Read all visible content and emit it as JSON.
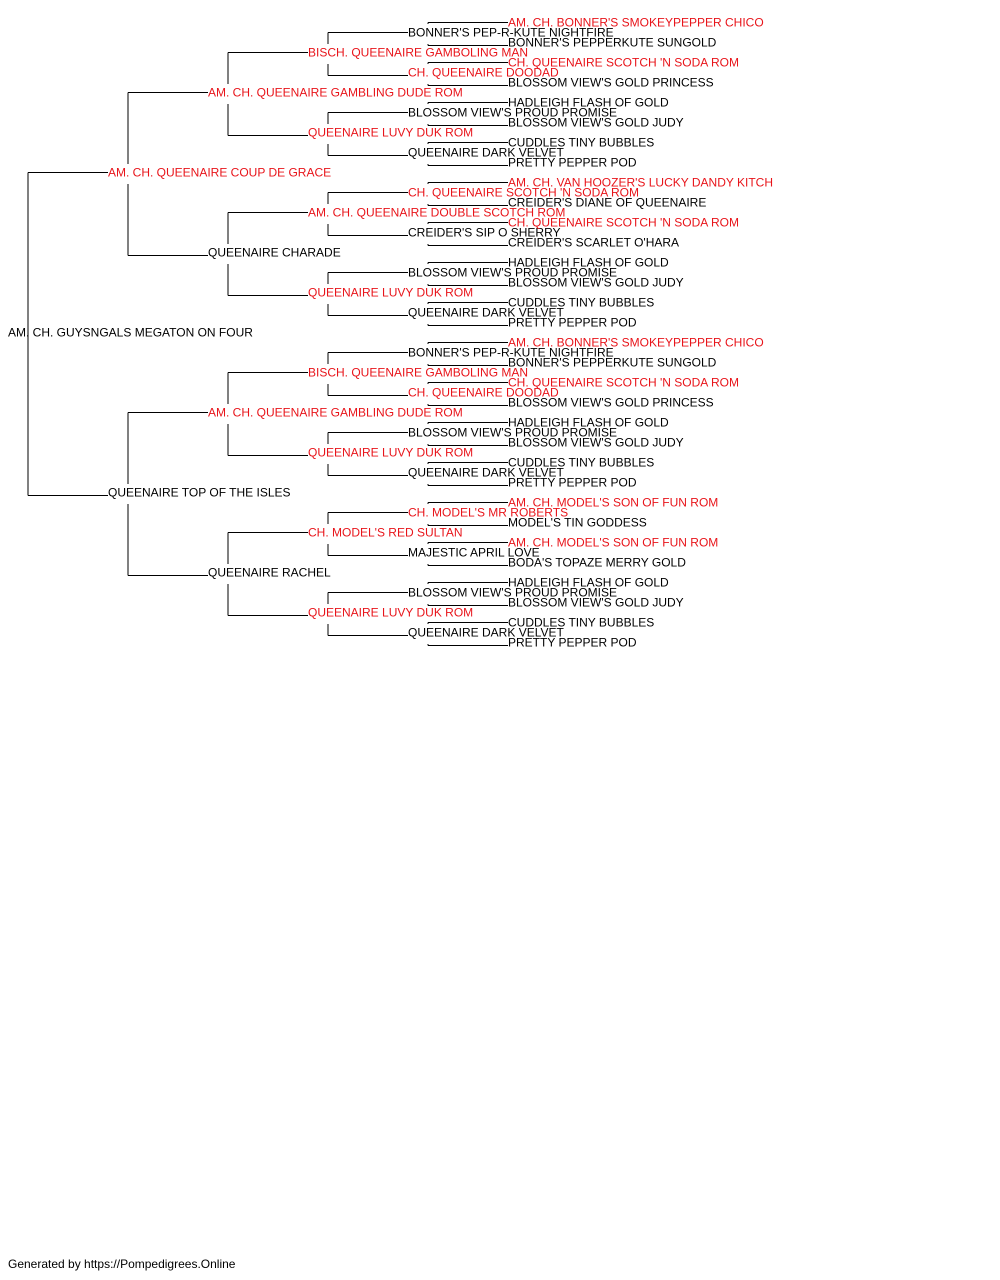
{
  "colors": {
    "champion": "#e8141a",
    "plain": "#000000",
    "line": "#000000"
  },
  "pedigree": {
    "name": "AM. CH. GUYSNGALS MEGATON ON FOUR",
    "champion": false,
    "sire": {
      "name": "AM. CH. QUEENAIRE COUP DE GRACE",
      "champion": true,
      "sire": {
        "name": "AM. CH. QUEENAIRE GAMBLING DUDE ROM",
        "champion": true,
        "sire": {
          "name": "BISCH. QUEENAIRE GAMBOLING MAN",
          "champion": true,
          "sire": {
            "name": "BONNER'S PEP-R-KUTE NIGHTFIRE",
            "champion": false,
            "sire": {
              "name": "AM. CH. BONNER'S SMOKEYPEPPER CHICO",
              "champion": true
            },
            "dam": {
              "name": "BONNER'S PEPPERKUTE SUNGOLD",
              "champion": false
            }
          },
          "dam": {
            "name": "CH. QUEENAIRE DOODAD",
            "champion": true,
            "sire": {
              "name": "CH. QUEENAIRE SCOTCH 'N SODA ROM",
              "champion": true
            },
            "dam": {
              "name": "BLOSSOM VIEW'S GOLD PRINCESS",
              "champion": false
            }
          }
        },
        "dam": {
          "name": "QUEENAIRE LUVY DUK ROM",
          "champion": true,
          "sire": {
            "name": "BLOSSOM VIEW'S PROUD PROMISE",
            "champion": false,
            "sire": {
              "name": "HADLEIGH FLASH OF GOLD",
              "champion": false
            },
            "dam": {
              "name": "BLOSSOM VIEW'S GOLD JUDY",
              "champion": false
            }
          },
          "dam": {
            "name": "QUEENAIRE DARK VELVET",
            "champion": false,
            "sire": {
              "name": "CUDDLES TINY BUBBLES",
              "champion": false
            },
            "dam": {
              "name": "PRETTY PEPPER POD",
              "champion": false
            }
          }
        }
      },
      "dam": {
        "name": "QUEENAIRE CHARADE",
        "champion": false,
        "sire": {
          "name": "AM. CH. QUEENAIRE DOUBLE SCOTCH ROM",
          "champion": true,
          "sire": {
            "name": "CH. QUEENAIRE SCOTCH 'N SODA ROM",
            "champion": true,
            "sire": {
              "name": "AM. CH. VAN HOOZER'S LUCKY DANDY KITCH",
              "champion": true
            },
            "dam": {
              "name": "CREIDER'S DIANE OF QUEENAIRE",
              "champion": false
            }
          },
          "dam": {
            "name": "CREIDER'S SIP O SHERRY",
            "champion": false,
            "sire": {
              "name": "CH. QUEENAIRE SCOTCH 'N SODA ROM",
              "champion": true
            },
            "dam": {
              "name": "CREIDER'S SCARLET O'HARA",
              "champion": false
            }
          }
        },
        "dam": {
          "name": "QUEENAIRE LUVY DUK ROM",
          "champion": true,
          "sire": {
            "name": "BLOSSOM VIEW'S PROUD PROMISE",
            "champion": false,
            "sire": {
              "name": "HADLEIGH FLASH OF GOLD",
              "champion": false
            },
            "dam": {
              "name": "BLOSSOM VIEW'S GOLD JUDY",
              "champion": false
            }
          },
          "dam": {
            "name": "QUEENAIRE DARK VELVET",
            "champion": false,
            "sire": {
              "name": "CUDDLES TINY BUBBLES",
              "champion": false
            },
            "dam": {
              "name": "PRETTY PEPPER POD",
              "champion": false
            }
          }
        }
      }
    },
    "dam": {
      "name": "QUEENAIRE TOP OF THE ISLES",
      "champion": false,
      "sire": {
        "name": "AM. CH. QUEENAIRE GAMBLING DUDE ROM",
        "champion": true,
        "sire": {
          "name": "BISCH. QUEENAIRE GAMBOLING MAN",
          "champion": true,
          "sire": {
            "name": "BONNER'S PEP-R-KUTE NIGHTFIRE",
            "champion": false,
            "sire": {
              "name": "AM. CH. BONNER'S SMOKEYPEPPER CHICO",
              "champion": true
            },
            "dam": {
              "name": "BONNER'S PEPPERKUTE SUNGOLD",
              "champion": false
            }
          },
          "dam": {
            "name": "CH. QUEENAIRE DOODAD",
            "champion": true,
            "sire": {
              "name": "CH. QUEENAIRE SCOTCH 'N SODA ROM",
              "champion": true
            },
            "dam": {
              "name": "BLOSSOM VIEW'S GOLD PRINCESS",
              "champion": false
            }
          }
        },
        "dam": {
          "name": "QUEENAIRE LUVY DUK ROM",
          "champion": true,
          "sire": {
            "name": "BLOSSOM VIEW'S PROUD PROMISE",
            "champion": false,
            "sire": {
              "name": "HADLEIGH FLASH OF GOLD",
              "champion": false
            },
            "dam": {
              "name": "BLOSSOM VIEW'S GOLD JUDY",
              "champion": false
            }
          },
          "dam": {
            "name": "QUEENAIRE DARK VELVET",
            "champion": false,
            "sire": {
              "name": "CUDDLES TINY BUBBLES",
              "champion": false
            },
            "dam": {
              "name": "PRETTY PEPPER POD",
              "champion": false
            }
          }
        }
      },
      "dam": {
        "name": "QUEENAIRE RACHEL",
        "champion": false,
        "sire": {
          "name": "CH. MODEL'S RED SULTAN",
          "champion": true,
          "sire": {
            "name": "CH. MODEL'S MR ROBERTS",
            "champion": true,
            "sire": {
              "name": "AM. CH. MODEL'S SON OF FUN ROM",
              "champion": true
            },
            "dam": {
              "name": "MODEL'S TIN GODDESS",
              "champion": false
            }
          },
          "dam": {
            "name": "MAJESTIC APRIL LOVE",
            "champion": false,
            "sire": {
              "name": "AM. CH. MODEL'S SON OF FUN ROM",
              "champion": true
            },
            "dam": {
              "name": "BODA'S TOPAZE MERRY GOLD",
              "champion": false
            }
          }
        },
        "dam": {
          "name": "QUEENAIRE LUVY DUK ROM",
          "champion": true,
          "sire": {
            "name": "BLOSSOM VIEW'S PROUD PROMISE",
            "champion": false,
            "sire": {
              "name": "HADLEIGH FLASH OF GOLD",
              "champion": false
            },
            "dam": {
              "name": "BLOSSOM VIEW'S GOLD JUDY",
              "champion": false
            }
          },
          "dam": {
            "name": "QUEENAIRE DARK VELVET",
            "champion": false,
            "sire": {
              "name": "CUDDLES TINY BUBBLES",
              "champion": false
            },
            "dam": {
              "name": "PRETTY PEPPER POD",
              "champion": false
            }
          }
        }
      }
    }
  },
  "footer": {
    "text": "Generated by https://Pompedigrees.Online"
  }
}
